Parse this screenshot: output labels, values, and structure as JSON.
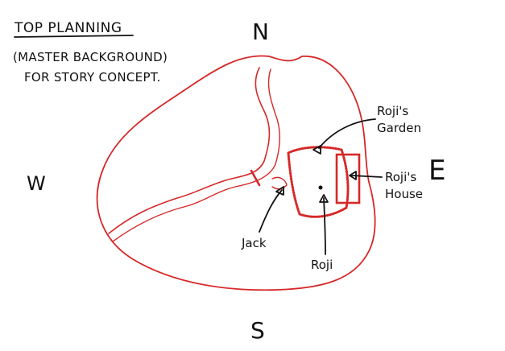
{
  "title": {
    "line1": "TOP PLANNING",
    "line2": "(MASTER BACKGROUND)",
    "line3": "FOR STORY CONCEPT."
  },
  "compass": {
    "north": "N",
    "south": "S",
    "east": "E",
    "west": "W"
  },
  "labels": {
    "garden_line1": "Roji's",
    "garden_line2": "Garden",
    "house_line1": "Roji's",
    "house_line2": "House",
    "jack": "Jack",
    "roji": "Roji"
  },
  "colors": {
    "ink": "#111111",
    "map_red": "#d62828",
    "paper": "#ffffff"
  }
}
